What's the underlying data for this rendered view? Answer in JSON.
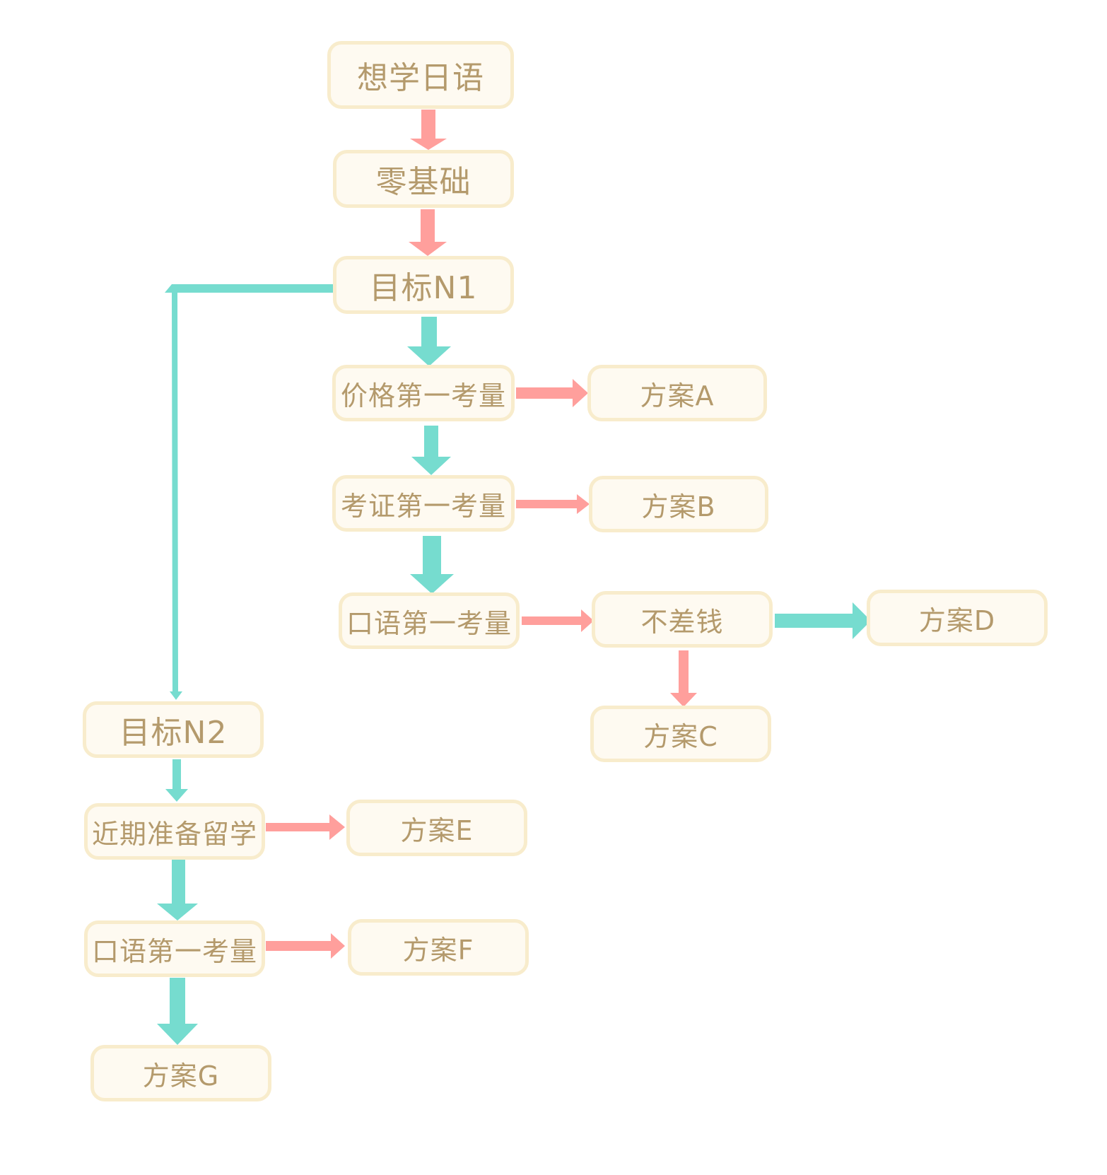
{
  "colors": {
    "node_fill": "#fefaf1",
    "node_border": "#f8eccc",
    "text": "#b49a6c",
    "arrow_pink": "#ff9f9c",
    "arrow_teal": "#76dccf"
  },
  "nodes": {
    "start": "想学日语",
    "zero_base": "零基础",
    "target_n1": "目标N1",
    "price_first": "价格第一考量",
    "cert_first": "考证第一考量",
    "speaking_first_n1": "口语第一考量",
    "no_budget_limit": "不差钱",
    "plan_a": "方案A",
    "plan_b": "方案B",
    "plan_c": "方案C",
    "plan_d": "方案D",
    "target_n2": "目标N2",
    "study_abroad_soon": "近期准备留学",
    "speaking_first_n2": "口语第一考量",
    "plan_e": "方案E",
    "plan_f": "方案F",
    "plan_g": "方案G"
  }
}
